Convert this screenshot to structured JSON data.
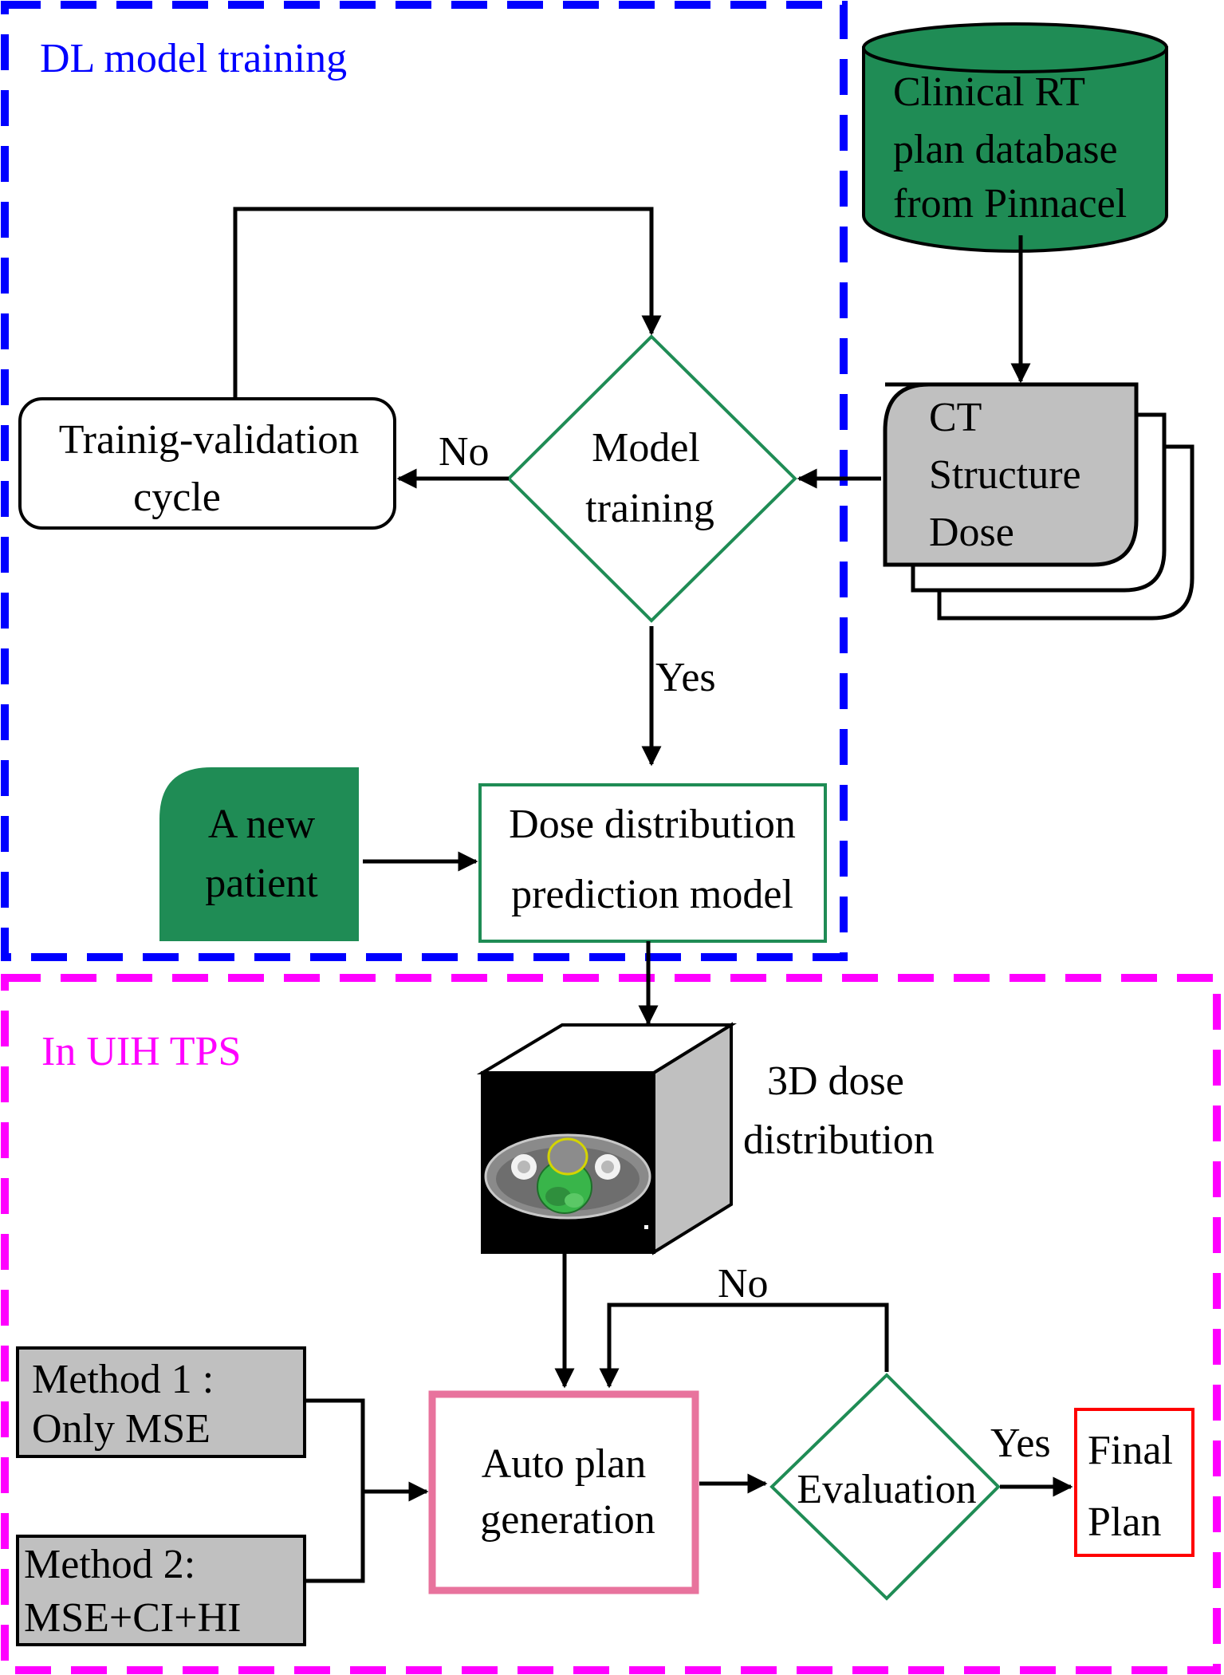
{
  "regions": {
    "training_title": "DL model training",
    "tps_title": "In UIH TPS"
  },
  "nodes": {
    "database": [
      "Clinical RT",
      "plan database",
      "from Pinnacel"
    ],
    "data_stack": [
      "CT",
      "Structure",
      "Dose"
    ],
    "model_training": [
      "Model",
      "training"
    ],
    "cycle": [
      "Trainig-validation",
      "cycle"
    ],
    "new_patient": [
      "A new",
      "patient"
    ],
    "prediction_model": [
      "Dose distribution",
      "prediction model"
    ],
    "dose_3d": [
      "3D dose",
      "distribution"
    ],
    "method1": [
      "Method 1 :",
      "Only MSE"
    ],
    "method2": [
      "Method 2:",
      "MSE+CI+HI"
    ],
    "auto_plan": [
      "Auto plan",
      "generation"
    ],
    "evaluation": "Evaluation",
    "final_plan": [
      "Final",
      "Plan"
    ]
  },
  "edges": {
    "no_training": "No",
    "yes_training": "Yes",
    "no_eval": "No",
    "yes_eval": "Yes"
  },
  "colors": {
    "training_border": "#0000ff",
    "tps_border": "#ff00ff",
    "green_fill": "#1f8c55",
    "diamond_stroke": "#1f8c55",
    "gray_fill": "#c0c0c0",
    "auto_plan_border": "#e8739d",
    "final_plan_border": "#ff0000"
  }
}
